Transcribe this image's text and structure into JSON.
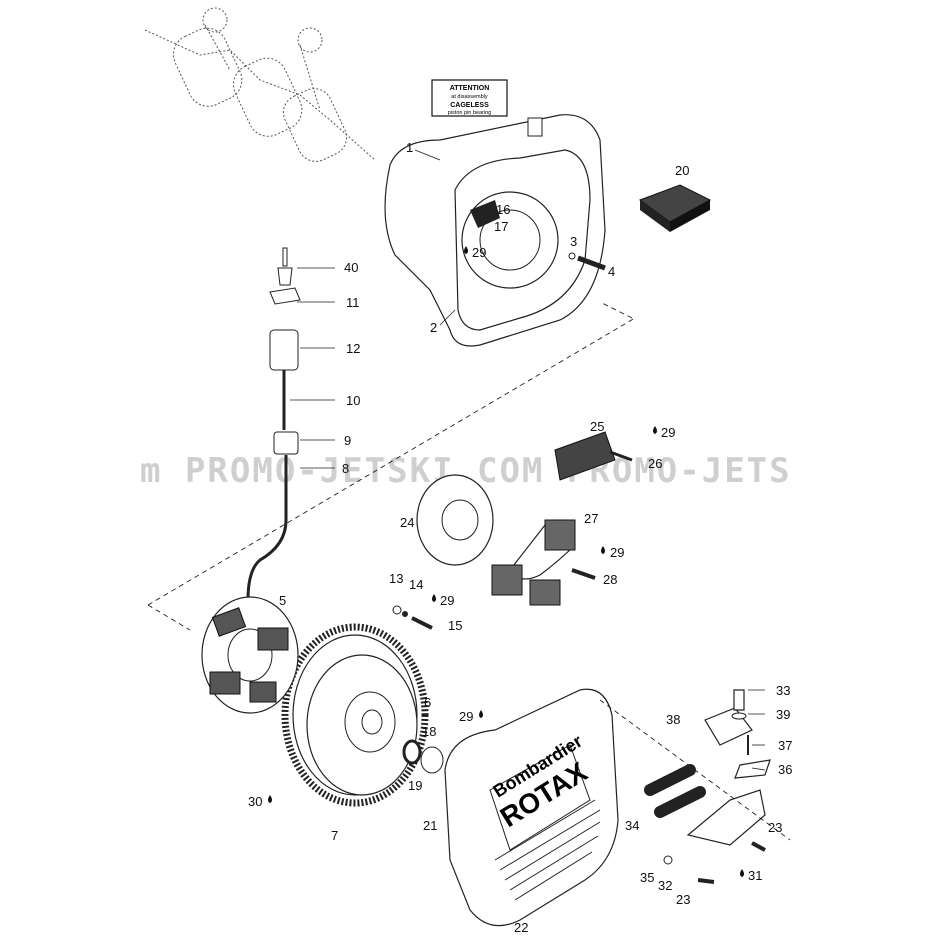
{
  "watermark": "m PROMO-JETSKI.COM PROMO-JETS",
  "attention_label": {
    "line1": "ATTENTION",
    "line2": "at disassembly",
    "line3": "CAGELESS",
    "line4": "piston pin bearing"
  },
  "cover_logo": {
    "line1": "Bombardier",
    "line2": "ROTAX"
  },
  "callouts": [
    {
      "id": "1",
      "text": "1"
    },
    {
      "id": "2",
      "text": "2"
    },
    {
      "id": "3",
      "text": "3"
    },
    {
      "id": "4",
      "text": "4"
    },
    {
      "id": "5",
      "text": "5"
    },
    {
      "id": "6",
      "text": "6"
    },
    {
      "id": "7",
      "text": "7"
    },
    {
      "id": "8",
      "text": "8"
    },
    {
      "id": "9",
      "text": "9"
    },
    {
      "id": "10",
      "text": "10"
    },
    {
      "id": "11",
      "text": "11"
    },
    {
      "id": "12",
      "text": "12"
    },
    {
      "id": "13",
      "text": "13"
    },
    {
      "id": "14",
      "text": "14"
    },
    {
      "id": "15",
      "text": "15"
    },
    {
      "id": "16",
      "text": "16"
    },
    {
      "id": "17",
      "text": "17"
    },
    {
      "id": "18",
      "text": "18"
    },
    {
      "id": "19",
      "text": "19"
    },
    {
      "id": "20",
      "text": "20"
    },
    {
      "id": "21",
      "text": "21"
    },
    {
      "id": "22",
      "text": "22"
    },
    {
      "id": "23a",
      "text": "23"
    },
    {
      "id": "23b",
      "text": "23"
    },
    {
      "id": "24",
      "text": "24"
    },
    {
      "id": "25",
      "text": "25"
    },
    {
      "id": "26",
      "text": "26"
    },
    {
      "id": "27",
      "text": "27"
    },
    {
      "id": "28",
      "text": "28"
    },
    {
      "id": "29a",
      "text": "29"
    },
    {
      "id": "29b",
      "text": "29"
    },
    {
      "id": "29c",
      "text": "29"
    },
    {
      "id": "29d",
      "text": "29"
    },
    {
      "id": "29e",
      "text": "29"
    },
    {
      "id": "30",
      "text": "30"
    },
    {
      "id": "31",
      "text": "31"
    },
    {
      "id": "32",
      "text": "32"
    },
    {
      "id": "33",
      "text": "33"
    },
    {
      "id": "34",
      "text": "34"
    },
    {
      "id": "35",
      "text": "35"
    },
    {
      "id": "36",
      "text": "36"
    },
    {
      "id": "37",
      "text": "37"
    },
    {
      "id": "38",
      "text": "38"
    },
    {
      "id": "39",
      "text": "39"
    },
    {
      "id": "40",
      "text": "40"
    }
  ]
}
